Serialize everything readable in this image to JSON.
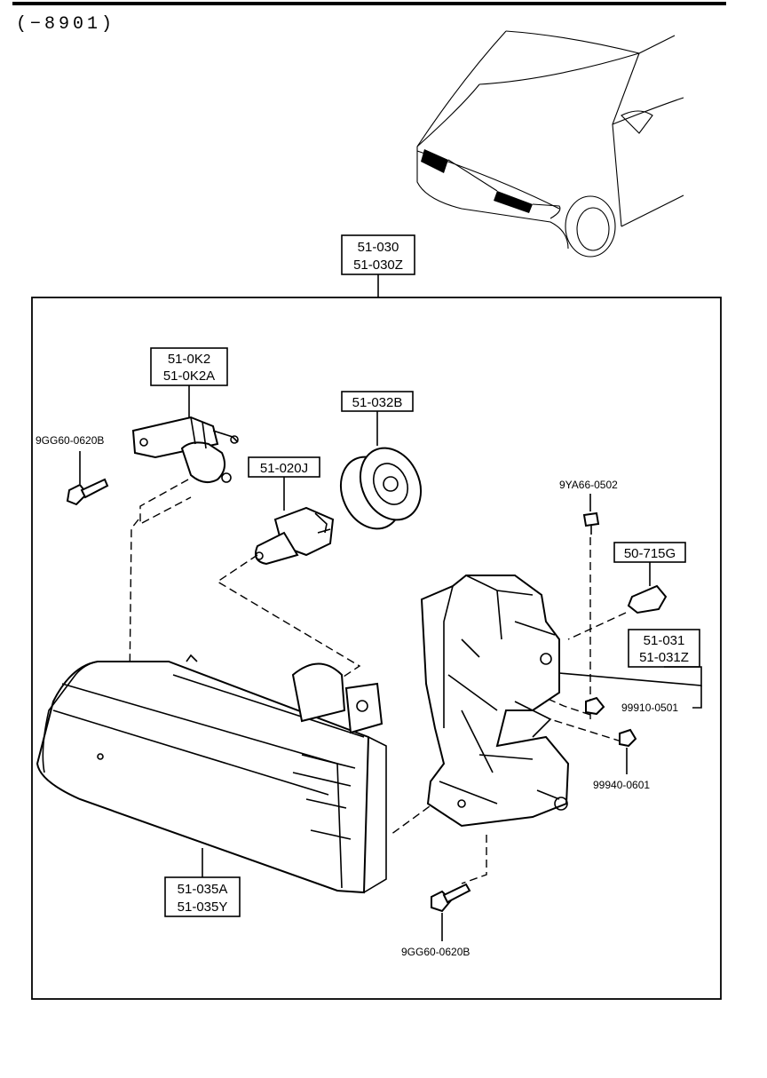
{
  "header": {
    "range": "(−8901)"
  },
  "assembly": {
    "line1": "51-030",
    "line2": "51-030Z"
  },
  "parts": {
    "bulb_socket": {
      "line1": "51-0K2",
      "line2": "51-0K2A"
    },
    "bolt_left": "9GG60-0620B",
    "bulb": "51-020J",
    "bulb_cap": "51-032B",
    "screw_top": "9YA66-0502",
    "clip": "50-715G",
    "bracket": {
      "line1": "51-031",
      "line2": "51-031Z"
    },
    "nut_a": "99910-0501",
    "nut_b": "99940-0601",
    "lens": {
      "line1": "51-035A",
      "line2": "51-035Y"
    },
    "bolt_bottom": "9GG60-0620B"
  }
}
